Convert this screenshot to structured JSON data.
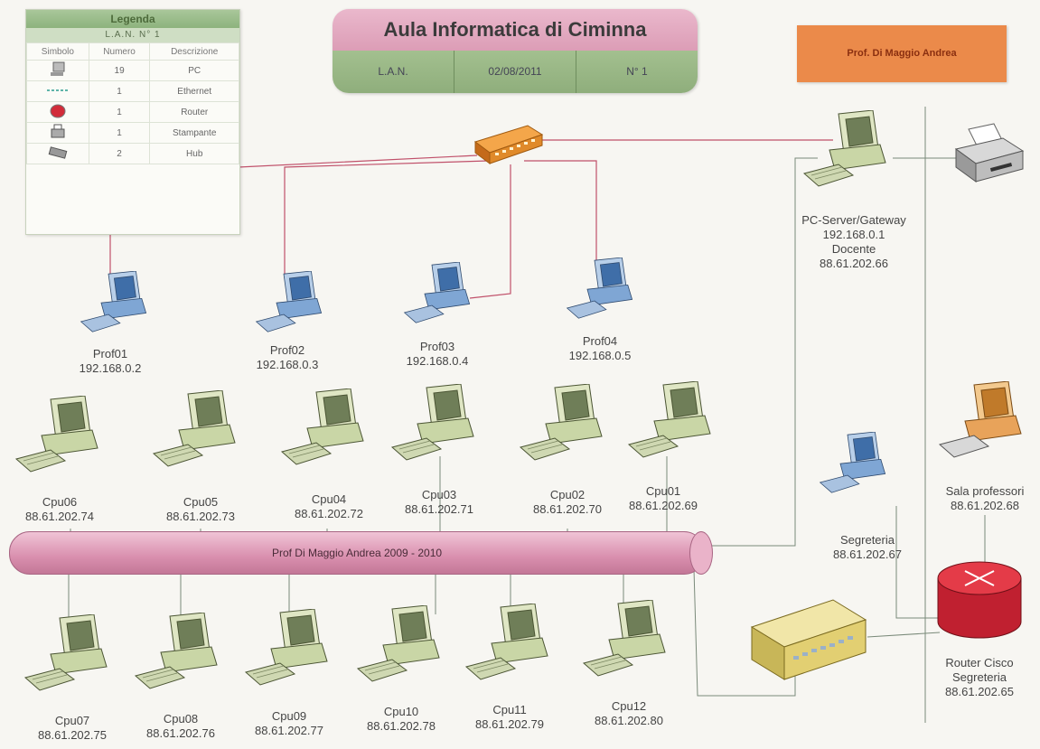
{
  "legend": {
    "title": "Legenda",
    "subtitle": "L.A.N. N° 1",
    "columns": [
      "Simbolo",
      "Numero",
      "Descrizione"
    ],
    "rows": [
      {
        "icon": "pc-icon",
        "numero": "19",
        "descrizione": "PC"
      },
      {
        "icon": "ethernet-icon",
        "numero": "1",
        "descrizione": "Ethernet"
      },
      {
        "icon": "router-icon",
        "numero": "1",
        "descrizione": "Router"
      },
      {
        "icon": "printer-icon",
        "numero": "1",
        "descrizione": "Stampante"
      },
      {
        "icon": "hub-icon",
        "numero": "2",
        "descrizione": "Hub"
      }
    ]
  },
  "header": {
    "title": "Aula Informatica di Ciminna",
    "lan": "L.A.N.",
    "date": "02/08/2011",
    "number": "N° 1"
  },
  "author": "Prof. Di Maggio Andrea",
  "bus_label": "Prof Di Maggio Andrea 2009 - 2010",
  "server": {
    "name": "PC-Server/Gateway",
    "ip": "192.168.0.1",
    "role": "Docente",
    "public_ip": "88.61.202.66"
  },
  "profs": [
    {
      "name": "Prof01",
      "ip": "192.168.0.2"
    },
    {
      "name": "Prof02",
      "ip": "192.168.0.3"
    },
    {
      "name": "Prof03",
      "ip": "192.168.0.4"
    },
    {
      "name": "Prof04",
      "ip": "192.168.0.5"
    }
  ],
  "cpu_top": [
    {
      "name": "Cpu06",
      "ip": "88.61.202.74"
    },
    {
      "name": "Cpu05",
      "ip": "88.61.202.73"
    },
    {
      "name": "Cpu04",
      "ip": "88.61.202.72"
    },
    {
      "name": "Cpu03",
      "ip": "88.61.202.71"
    },
    {
      "name": "Cpu02",
      "ip": "88.61.202.70"
    },
    {
      "name": "Cpu01",
      "ip": "88.61.202.69"
    }
  ],
  "cpu_bottom": [
    {
      "name": "Cpu07",
      "ip": "88.61.202.75"
    },
    {
      "name": "Cpu08",
      "ip": "88.61.202.76"
    },
    {
      "name": "Cpu09",
      "ip": "88.61.202.77"
    },
    {
      "name": "Cpu10",
      "ip": "88.61.202.78"
    },
    {
      "name": "Cpu11",
      "ip": "88.61.202.79"
    },
    {
      "name": "Cpu12",
      "ip": "88.61.202.80"
    }
  ],
  "segreteria": {
    "name": "Segreteria",
    "ip": "88.61.202.67"
  },
  "sala": {
    "name": "Sala professori",
    "ip": "88.61.202.68"
  },
  "router": {
    "name": "Router Cisco",
    "location": "Segreteria",
    "ip": "88.61.202.65"
  },
  "colors": {
    "lan_wire": "#c0506a",
    "bus": "#d98fae",
    "hub_orange": "#e08a2a",
    "hub_yellow": "#e8d87a",
    "router_red": "#d22c3a",
    "monitor_green": "#c9d6a6",
    "monitor_blue": "#7fa6d4",
    "monitor_orange": "#e8a35a"
  }
}
